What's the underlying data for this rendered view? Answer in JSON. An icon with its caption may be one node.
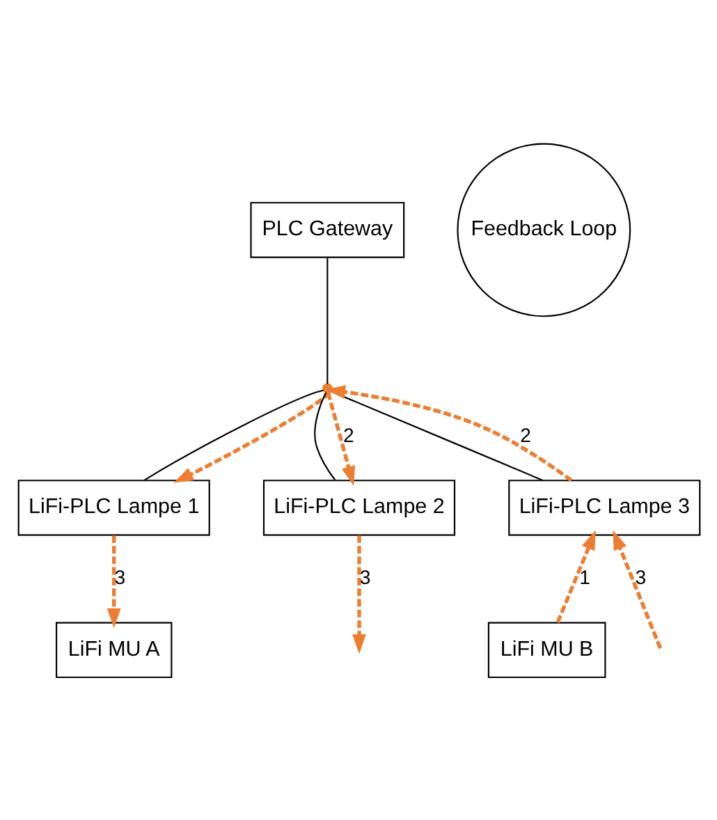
{
  "diagram": {
    "nodes": [
      {
        "text": [
          "PLC Gateway"
        ]
      },
      {
        "text": [],
        "shape": "point"
      },
      {
        "text": [
          "LiFi-PLC Lampe 1"
        ]
      },
      {
        "text": [
          "LiFi-PLC Lampe 2"
        ]
      },
      {
        "text": [
          "LiFi-PLC Lampe 3"
        ]
      },
      {
        "text": [
          "Feedback Loop"
        ]
      },
      {
        "text": [
          "LiFi MU A"
        ]
      },
      {
        "text": [
          "LiFi MU B"
        ]
      }
    ],
    "edges": [
      {
        "from": 0,
        "to": 1,
        "arrow": "none",
        "color": "#000000"
      },
      {
        "from": 1,
        "to": 2,
        "arrow": "none",
        "color": "#000000"
      },
      {
        "from": 1,
        "to": 3,
        "arrow": "none",
        "color": "#000000"
      },
      {
        "from": 1,
        "to": 4,
        "arrow": "none",
        "color": "#000000"
      },
      {
        "from": 1,
        "to": 2,
        "arrow": "to",
        "style": "dashed"
      },
      {
        "from": 1,
        "to": 3,
        "arrow": "to",
        "style": "dashed",
        "label": "2"
      },
      {
        "from": 4,
        "to": 1,
        "arrow": "to",
        "style": "dashed",
        "label": "2"
      },
      {
        "from": 2,
        "to": 6,
        "arrow": "to",
        "style": "dashed",
        "label": "3"
      },
      {
        "from": 3,
        "to": null,
        "arrow": "to",
        "style": "dashed",
        "label": "3"
      },
      {
        "from": null,
        "to": 4,
        "arrow": "to",
        "style": "dashed",
        "label": "3"
      },
      {
        "from": 7,
        "to": 4,
        "arrow": "to",
        "style": "dashed",
        "label": "1"
      }
    ]
  }
}
